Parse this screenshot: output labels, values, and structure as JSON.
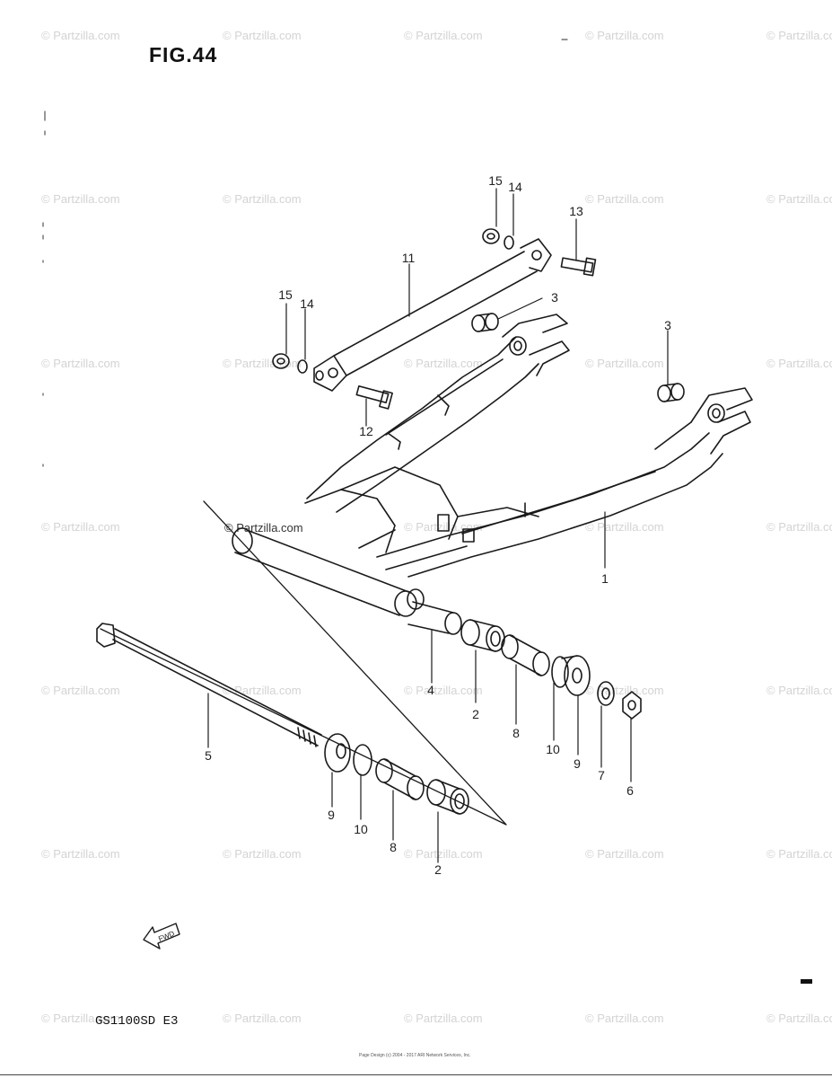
{
  "figure": {
    "title": "FIG.44",
    "model": "GS1100SD  E3"
  },
  "watermark": "© Partzilla.com",
  "small_print": [
    "Page Design (c) 2004 - 2017 ARI Network Services, Inc."
  ],
  "fwd_label": "FWD",
  "callouts": [
    {
      "id": "c15a",
      "label": "15"
    },
    {
      "id": "c14a",
      "label": "14"
    },
    {
      "id": "c13",
      "label": "13"
    },
    {
      "id": "c11",
      "label": "11"
    },
    {
      "id": "c15b",
      "label": "15"
    },
    {
      "id": "c14b",
      "label": "14"
    },
    {
      "id": "c3a",
      "label": "3"
    },
    {
      "id": "c3b",
      "label": "3"
    },
    {
      "id": "c12",
      "label": "12"
    },
    {
      "id": "c1",
      "label": "1"
    },
    {
      "id": "c4",
      "label": "4"
    },
    {
      "id": "c2a",
      "label": "2"
    },
    {
      "id": "c8a",
      "label": "8"
    },
    {
      "id": "c10a",
      "label": "10"
    },
    {
      "id": "c9a",
      "label": "9"
    },
    {
      "id": "c7",
      "label": "7"
    },
    {
      "id": "c6",
      "label": "6"
    },
    {
      "id": "c5",
      "label": "5"
    },
    {
      "id": "c9b",
      "label": "9"
    },
    {
      "id": "c10b",
      "label": "10"
    },
    {
      "id": "c8b",
      "label": "8"
    },
    {
      "id": "c2b",
      "label": "2"
    }
  ]
}
